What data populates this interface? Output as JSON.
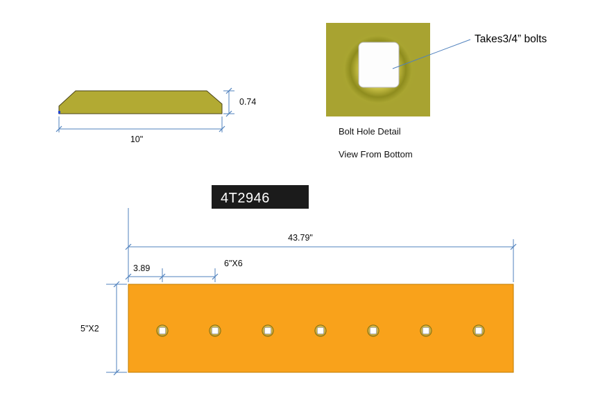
{
  "part": {
    "number": "4T2946"
  },
  "section_view": {
    "thickness": "0.74",
    "width": "10\""
  },
  "detail_view": {
    "note": "Takes3/4” bolts",
    "caption_line1": "Bolt Hole Detail",
    "caption_line2": "View From Bottom"
  },
  "plan_view": {
    "overall_length": "43.79\"",
    "first_hole_offset": "3.89",
    "hole_spacing": "6\"X6",
    "plate_height": "5\"X2",
    "hole_count": 7
  },
  "colors": {
    "blade_olive": "#b2aa33",
    "plate_orange": "#F9A21B",
    "dimension_blue": "#4f81bd",
    "label_background": "#1b1b1b"
  }
}
